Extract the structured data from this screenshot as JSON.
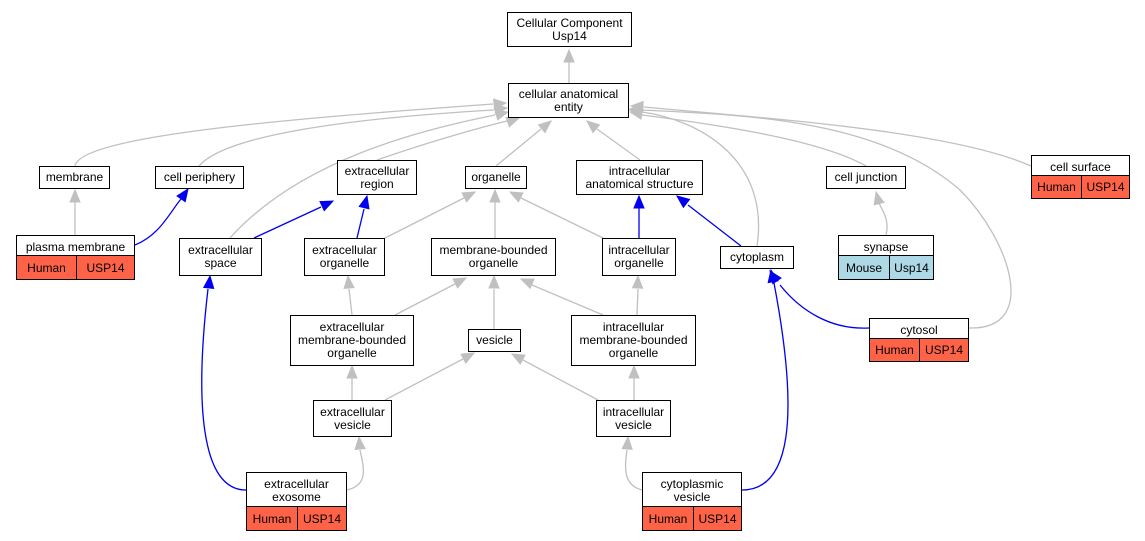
{
  "colors": {
    "edge_is_a": "#c0c0c0",
    "edge_part_of": "#0000ee",
    "human": "#ff6347",
    "mouse": "#add8e6"
  },
  "nodes": {
    "root": "Cellular Component\nUsp14",
    "cae": "cellular anatomical\nentity",
    "membrane": "membrane",
    "cell_periphery": "cell periphery",
    "extracellular_region": "extracellular\nregion",
    "organelle": "organelle",
    "intracellular_anatomical_structure": "intracellular\nanatomical structure",
    "cell_junction": "cell junction",
    "cell_surface": {
      "label": "cell surface",
      "species": "Human",
      "gene": "USP14"
    },
    "plasma_membrane": {
      "label": "plasma membrane",
      "species": "Human",
      "gene": "USP14"
    },
    "extracellular_space": "extracellular\nspace",
    "extracellular_organelle": "extracellular\norganelle",
    "membrane_bounded_organelle": "membrane-bounded\norganelle",
    "intracellular_organelle": "intracellular\norganelle",
    "cytoplasm": "cytoplasm",
    "synapse": {
      "label": "synapse",
      "species": "Mouse",
      "gene": "Usp14"
    },
    "extracellular_mbo": "extracellular\nmembrane-bounded\norganelle",
    "vesicle": "vesicle",
    "intracellular_mbo": "intracellular\nmembrane-bounded\norganelle",
    "cytosol": {
      "label": "cytosol",
      "species": "Human",
      "gene": "USP14"
    },
    "extracellular_vesicle": "extracellular\nvesicle",
    "intracellular_vesicle": "intracellular\nvesicle",
    "extracellular_exosome": {
      "label": "extracellular\nexosome",
      "species": "Human",
      "gene": "USP14"
    },
    "cytoplasmic_vesicle": {
      "label": "cytoplasmic\nvesicle",
      "species": "Human",
      "gene": "USP14"
    }
  }
}
